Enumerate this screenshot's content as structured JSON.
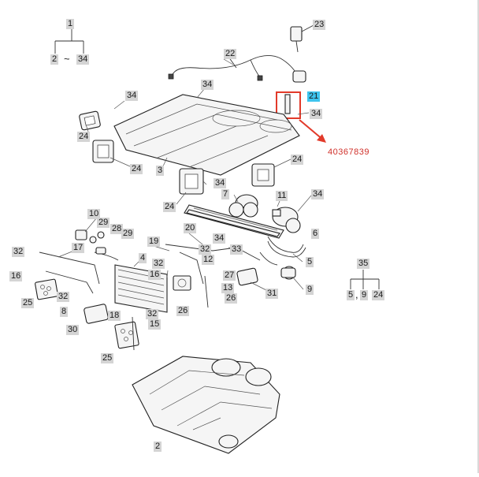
{
  "reference_number": "40367839",
  "highlight_color": "#3ec4ee",
  "reference_color": "#d0302a",
  "callouts": [
    {
      "id": "c1",
      "text": "1"
    },
    {
      "id": "c2a",
      "text": "2"
    },
    {
      "id": "c34a",
      "text": "34"
    },
    {
      "id": "c23",
      "text": "23"
    },
    {
      "id": "c22",
      "text": "22"
    },
    {
      "id": "c34b",
      "text": "34"
    },
    {
      "id": "c21",
      "text": "21"
    },
    {
      "id": "c34c",
      "text": "34"
    },
    {
      "id": "c34d",
      "text": "34"
    },
    {
      "id": "c24a",
      "text": "24"
    },
    {
      "id": "c24b",
      "text": "24"
    },
    {
      "id": "c3",
      "text": "3"
    },
    {
      "id": "c24c",
      "text": "24"
    },
    {
      "id": "c34e",
      "text": "34"
    },
    {
      "id": "c24d",
      "text": "24"
    },
    {
      "id": "c7",
      "text": "7"
    },
    {
      "id": "c11",
      "text": "11"
    },
    {
      "id": "c34f",
      "text": "34"
    },
    {
      "id": "c10",
      "text": "10"
    },
    {
      "id": "c29a",
      "text": "29"
    },
    {
      "id": "c28",
      "text": "28"
    },
    {
      "id": "c29b",
      "text": "29"
    },
    {
      "id": "c19",
      "text": "19"
    },
    {
      "id": "c20",
      "text": "20"
    },
    {
      "id": "c34g",
      "text": "34"
    },
    {
      "id": "c6",
      "text": "6"
    },
    {
      "id": "c17",
      "text": "17"
    },
    {
      "id": "c32a",
      "text": "32"
    },
    {
      "id": "c4",
      "text": "4"
    },
    {
      "id": "c32b",
      "text": "32"
    },
    {
      "id": "c12",
      "text": "12"
    },
    {
      "id": "c33",
      "text": "33"
    },
    {
      "id": "c5",
      "text": "5"
    },
    {
      "id": "c32c",
      "text": "32"
    },
    {
      "id": "c16a",
      "text": "16"
    },
    {
      "id": "c16b",
      "text": "16"
    },
    {
      "id": "c27",
      "text": "27"
    },
    {
      "id": "c13",
      "text": "13"
    },
    {
      "id": "c26a",
      "text": "26"
    },
    {
      "id": "c31",
      "text": "31"
    },
    {
      "id": "c9",
      "text": "9"
    },
    {
      "id": "c25a",
      "text": "25"
    },
    {
      "id": "c32d",
      "text": "32"
    },
    {
      "id": "c8",
      "text": "8"
    },
    {
      "id": "c18",
      "text": "18"
    },
    {
      "id": "c32e",
      "text": "32"
    },
    {
      "id": "c15",
      "text": "15"
    },
    {
      "id": "c30",
      "text": "30"
    },
    {
      "id": "c26b",
      "text": "26"
    },
    {
      "id": "c25b",
      "text": "25"
    },
    {
      "id": "c35",
      "text": "35"
    },
    {
      "id": "c5b",
      "text": "5"
    },
    {
      "id": "c9b",
      "text": "9"
    },
    {
      "id": "c24e",
      "text": "24"
    },
    {
      "id": "c2b",
      "text": "2"
    }
  ],
  "tree1": {
    "sep": "~"
  },
  "tree35": {
    "sep": ","
  }
}
